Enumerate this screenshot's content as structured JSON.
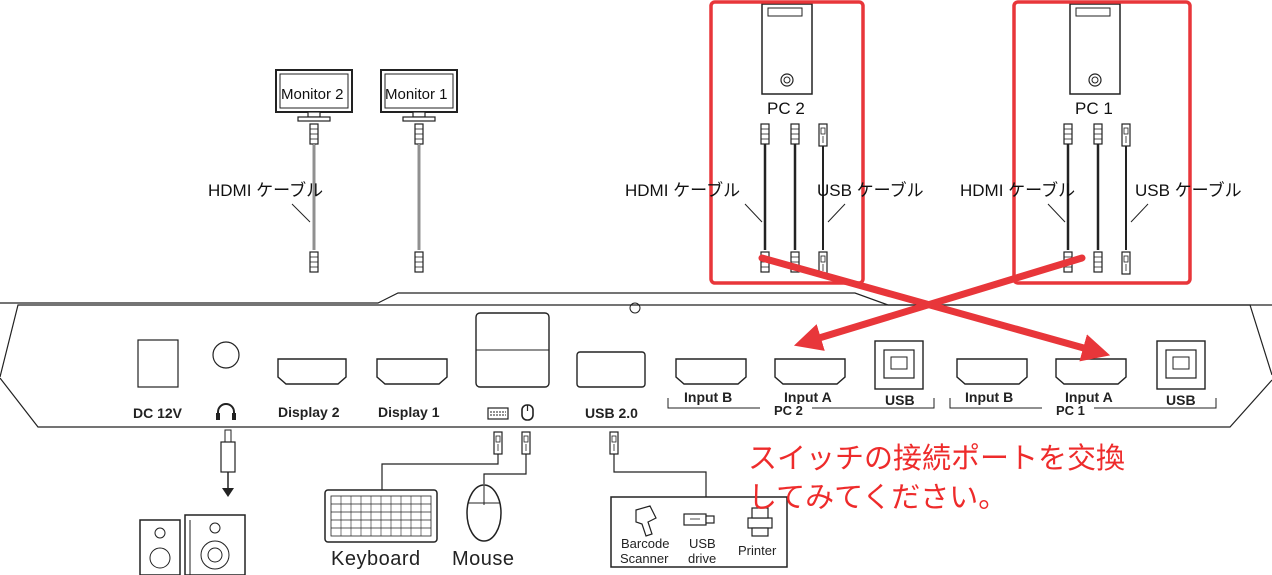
{
  "monitors": [
    {
      "label": "Monitor 2"
    },
    {
      "label": "Monitor 1"
    }
  ],
  "pcs": [
    {
      "label": "PC 2"
    },
    {
      "label": "PC 1"
    }
  ],
  "cables": {
    "hdmi": "HDMI ケーブル",
    "usb": "USB ケーブル"
  },
  "switch_ports": {
    "dc": "DC 12V",
    "display2": "Display 2",
    "display1": "Display 1",
    "usb20": "USB 2.0",
    "input_b": "Input B",
    "input_a": "Input A",
    "usb": "USB",
    "group_pc2": "PC 2",
    "group_pc1": "PC 1"
  },
  "peripherals": {
    "keyboard": "Keyboard",
    "mouse": "Mouse",
    "barcode_line1": "Barcode",
    "barcode_line2": "Scanner",
    "usbdrive_line1": "USB",
    "usbdrive_line2": "drive",
    "printer": "Printer"
  },
  "note": {
    "line1": "スイッチの接続ポートを交換",
    "line2": "してみてください。"
  },
  "colors": {
    "highlight": "#e8363a",
    "line": "#333333"
  }
}
